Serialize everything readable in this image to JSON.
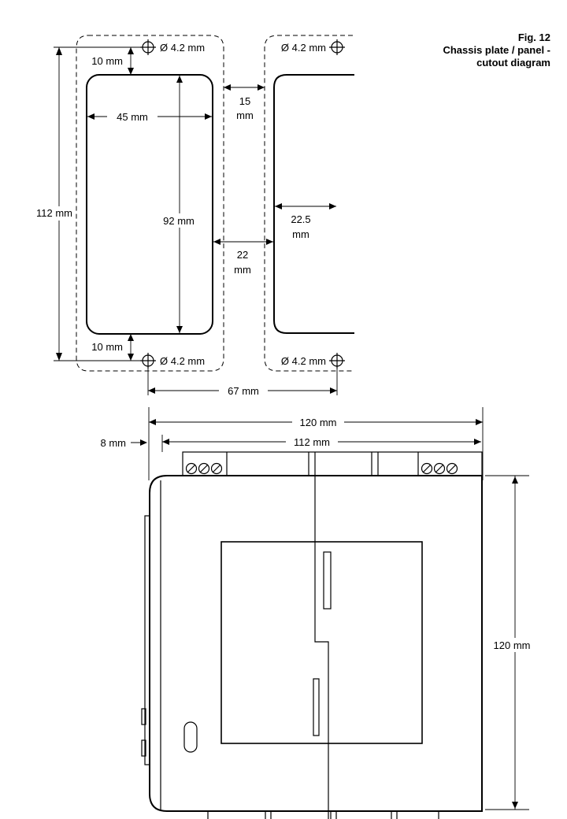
{
  "figure": {
    "number": "Fig. 12",
    "caption_line1": "Chassis plate / panel -",
    "caption_line2": "cutout diagram"
  },
  "cutout": {
    "hole_left_top": "Ø 4.2 mm",
    "hole_right_top": "Ø 4.2 mm",
    "hole_left_bottom": "Ø 4.2 mm",
    "hole_right_bottom": "Ø 4.2 mm",
    "top_margin": "10 mm",
    "bottom_margin": "10 mm",
    "slot_width": "45 mm",
    "slot_height": "92 mm",
    "overall_height": "112 mm",
    "gap_top_1": "15",
    "gap_top_2": "mm",
    "gap_mid_1": "22",
    "gap_mid_2": "mm",
    "edge_depth_1": "22.5",
    "edge_depth_2": "mm",
    "hole_spacing": "67 mm"
  },
  "device": {
    "total_width": "120 mm",
    "rail_width": "112 mm",
    "side_offset": "8 mm",
    "height": "120 mm"
  }
}
